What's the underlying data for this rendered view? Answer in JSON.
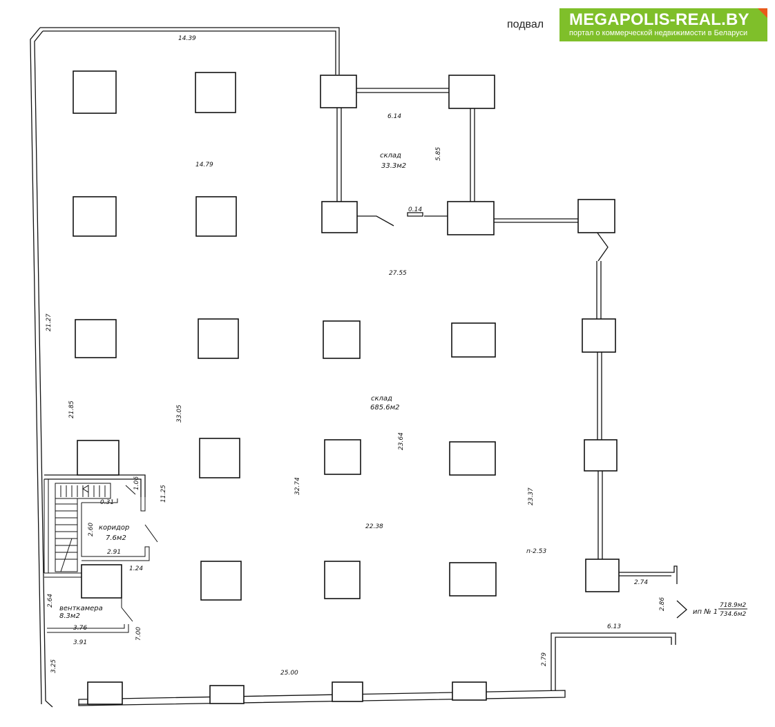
{
  "header": {
    "floor_label": "подвал",
    "logo_title": "MEGAPOLIS-REAL.BY",
    "logo_subtitle": "портал о коммерческой недвижимости в Беларуси",
    "logo_color": "#7fbf2a",
    "logo_corner_color": "#e85a1b"
  },
  "rooms": {
    "sklad_small": "склад",
    "sklad_small_area": "33.3м2",
    "sklad_main": "склад",
    "sklad_main_area": "685.6м2",
    "koridor": "коридор",
    "koridor_area": "7.6м2",
    "venkamera": "венткамера",
    "venkamera_area": "8.3м2",
    "total_prefix": "ип № 1",
    "total_top": "718.9м2",
    "total_bottom": "734.6м2"
  },
  "dimensions": {
    "d_1439": "14.39",
    "d_614": "6.14",
    "d_585": "5.85",
    "d_1479": "14.79",
    "d_014": "0.14",
    "d_2755": "27.55",
    "d_2127": "21.27",
    "d_2185": "21.85",
    "d_3305": "33.05",
    "d_2364": "23.64",
    "d_106": "1.06",
    "d_031": "0.31",
    "d_1125": "11.25",
    "d_3274": "32.74",
    "d_2337": "23.37",
    "d_260": "2.60",
    "d_291": "2.91",
    "d_2238": "22.38",
    "d_p253": "п-2.53",
    "d_124": "1.24",
    "d_274": "2.74",
    "d_264": "2.64",
    "d_286": "2.86",
    "d_376": "3.76",
    "d_700": "7.00",
    "d_613": "6.13",
    "d_391": "3.91",
    "d_325": "3.25",
    "d_2500": "25.00",
    "d_279": "2.79"
  }
}
